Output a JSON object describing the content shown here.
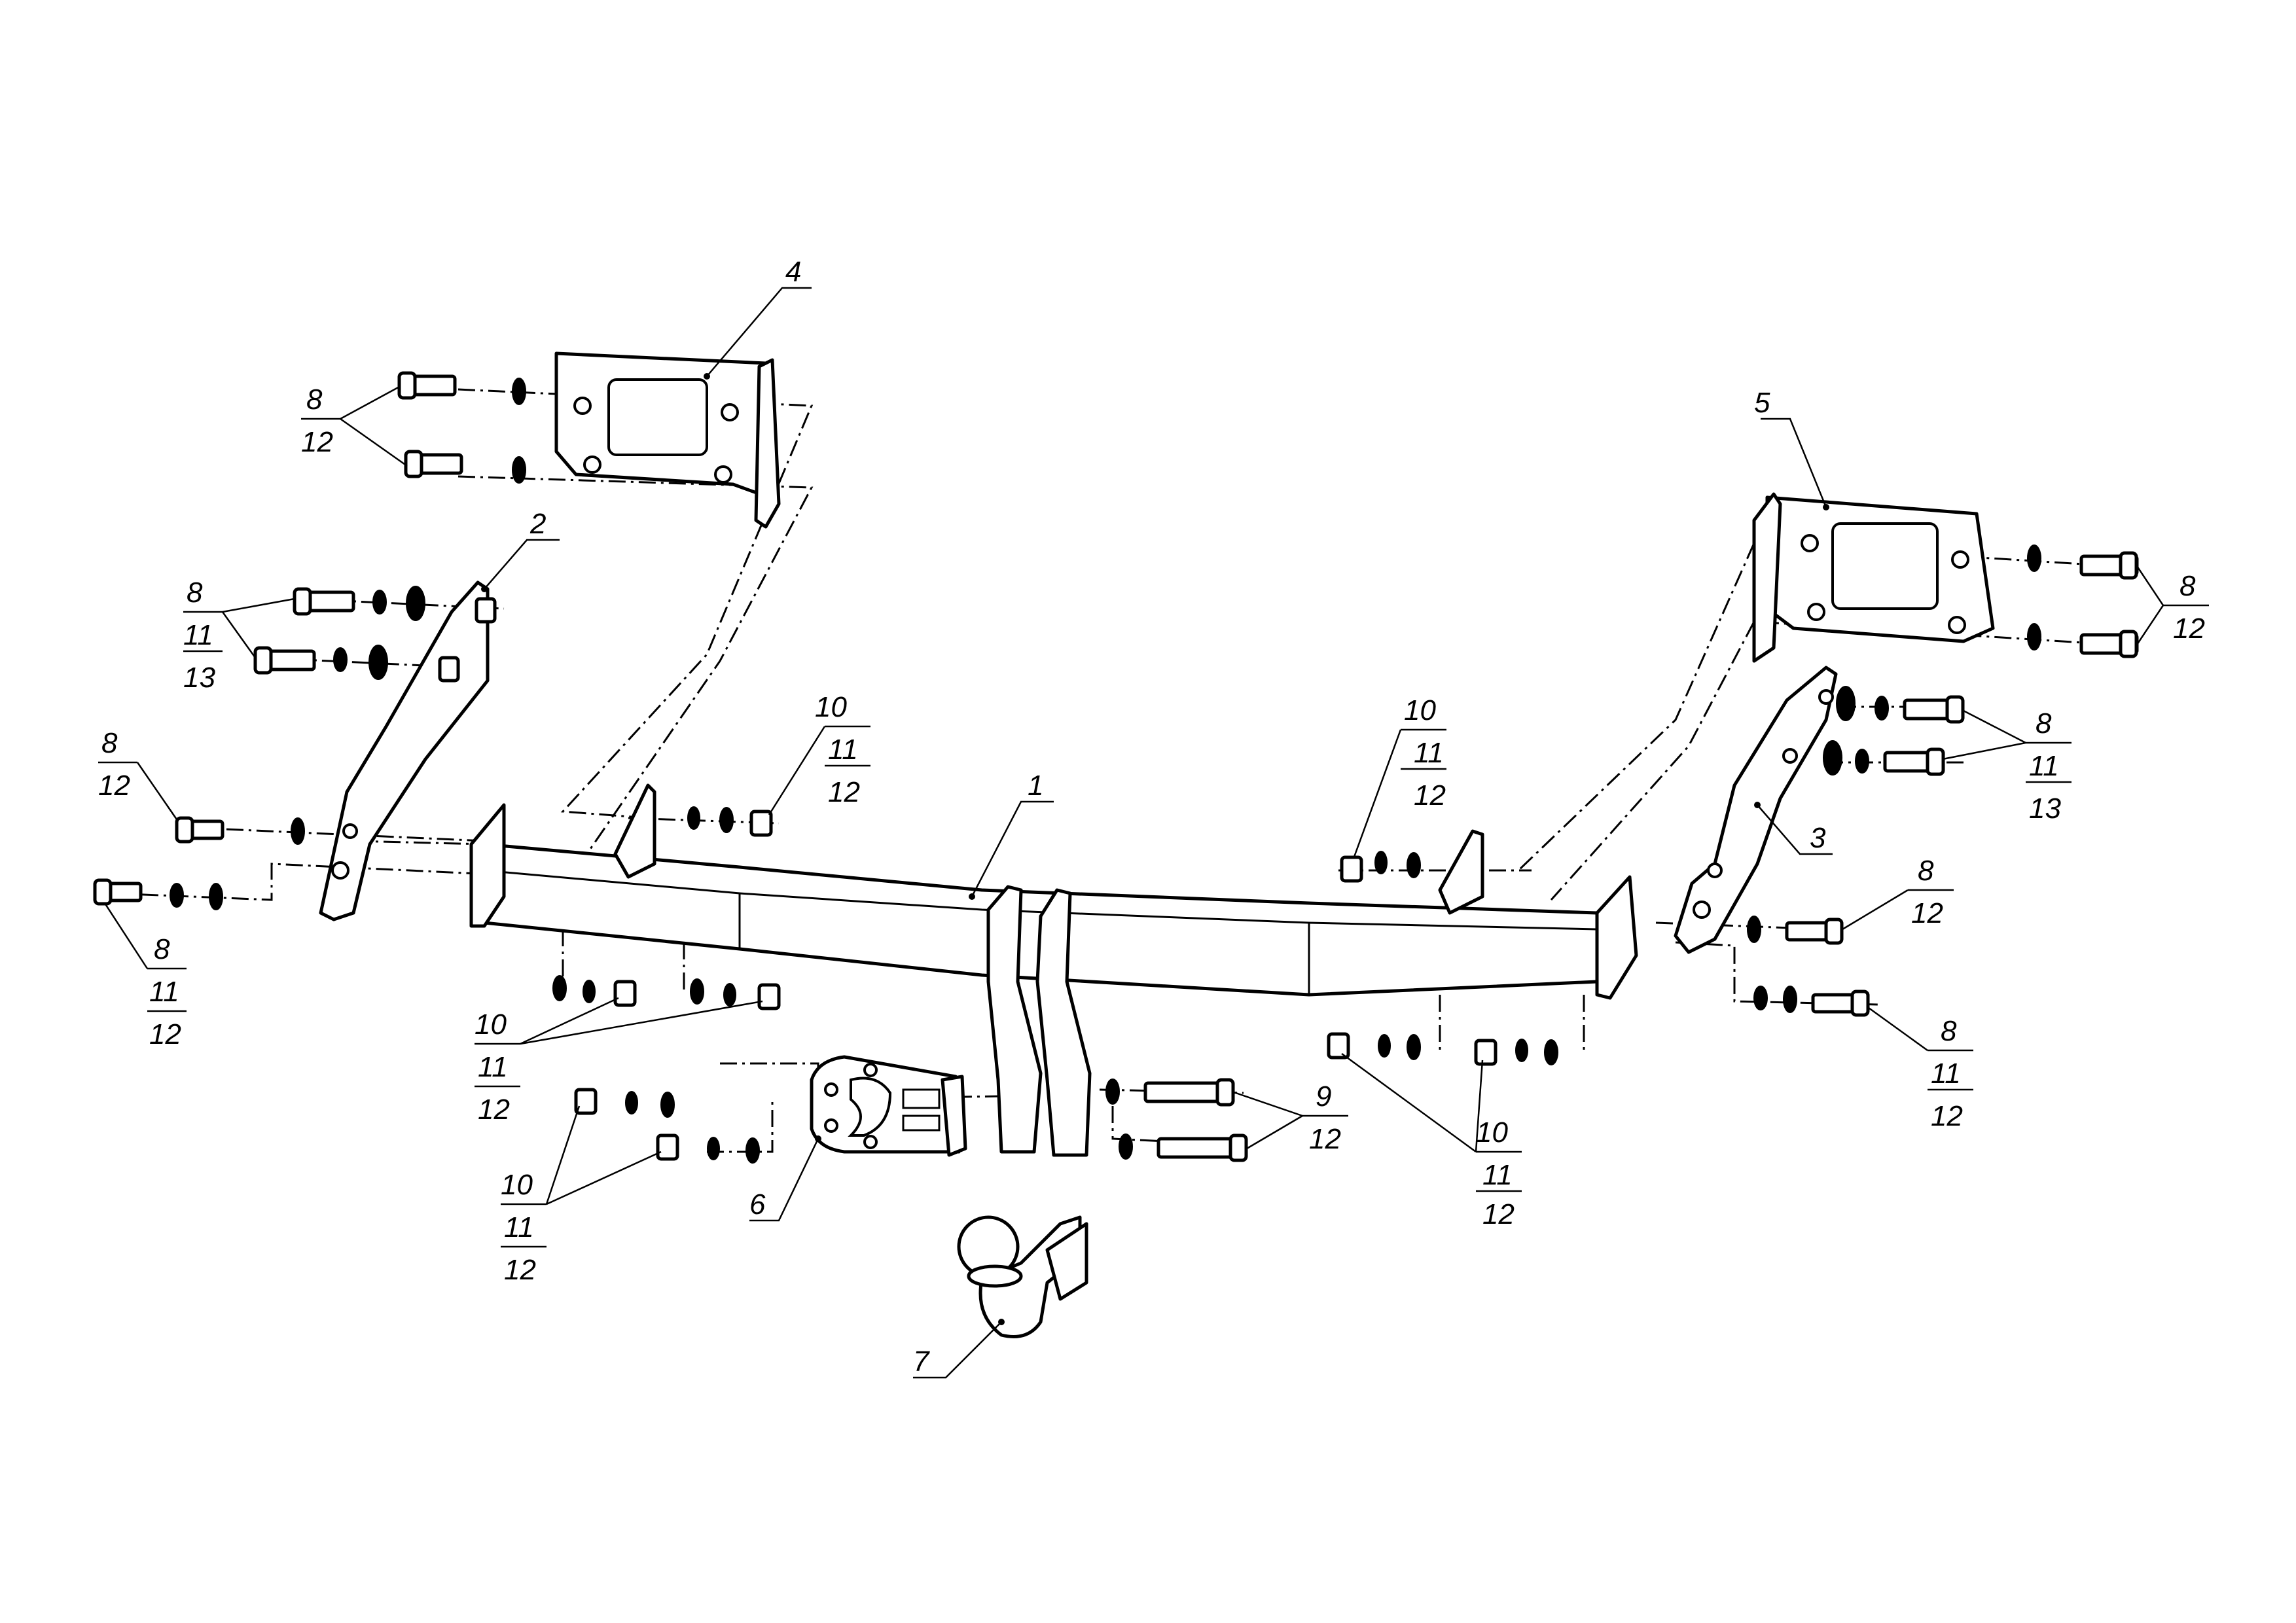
{
  "callouts": {
    "c4": {
      "lines": [
        "4"
      ]
    },
    "c5": {
      "lines": [
        "5"
      ]
    },
    "c2": {
      "lines": [
        "2"
      ]
    },
    "c3": {
      "lines": [
        "3"
      ]
    },
    "c1": {
      "lines": [
        "1"
      ]
    },
    "c6": {
      "lines": [
        "6"
      ]
    },
    "c7": {
      "lines": [
        "7"
      ]
    },
    "tl_8_12": {
      "lines": [
        "8",
        "12"
      ]
    },
    "tr_8_12": {
      "lines": [
        "8",
        "12"
      ]
    },
    "l_8_11_13": {
      "lines": [
        "8",
        "11",
        "13"
      ]
    },
    "r_8_11_13": {
      "lines": [
        "8",
        "11",
        "13"
      ]
    },
    "l_8_12": {
      "lines": [
        "8",
        "12"
      ]
    },
    "r_8_12": {
      "lines": [
        "8",
        "12"
      ]
    },
    "l_8_11_12": {
      "lines": [
        "8",
        "11",
        "12"
      ]
    },
    "r_8_11_12": {
      "lines": [
        "8",
        "11",
        "12"
      ]
    },
    "l_10_11_12_top": {
      "lines": [
        "10",
        "11",
        "12"
      ]
    },
    "r_10_11_12_top": {
      "lines": [
        "10",
        "11",
        "12"
      ]
    },
    "l_10_11_12_mid": {
      "lines": [
        "10",
        "11",
        "12"
      ]
    },
    "l_10_11_12_low": {
      "lines": [
        "10",
        "11",
        "12"
      ]
    },
    "r_10_11_12_low": {
      "lines": [
        "10",
        "11",
        "12"
      ]
    },
    "c_9_12": {
      "lines": [
        "9",
        "12"
      ]
    }
  }
}
